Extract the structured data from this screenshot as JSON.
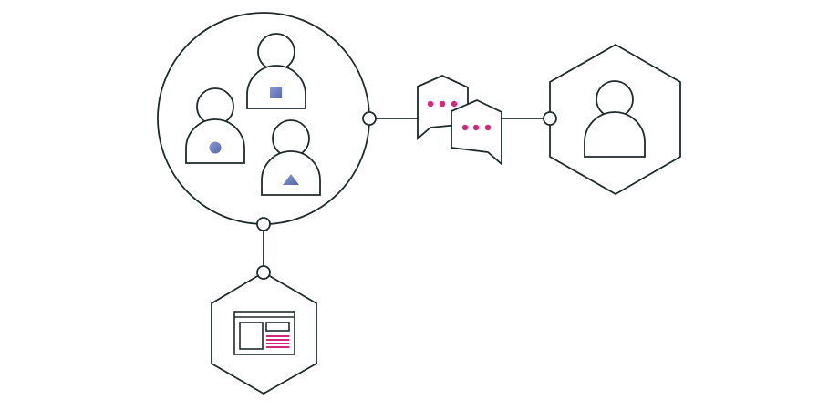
{
  "diagram": {
    "type": "collaboration-illustration",
    "nodes": [
      {
        "id": "team-group",
        "shape": "circle",
        "content": "three-users-group"
      },
      {
        "id": "single-user",
        "shape": "hexagon",
        "content": "user"
      },
      {
        "id": "document",
        "shape": "hexagon",
        "content": "web-layout"
      }
    ],
    "connections": [
      {
        "from": "team-group",
        "to": "single-user",
        "via": "chat-bubbles"
      },
      {
        "from": "team-group",
        "to": "document"
      }
    ],
    "user_markers": [
      "circle",
      "square",
      "triangle"
    ],
    "icons": [
      "group-users-icon",
      "user-icon",
      "chat-bubbles-icon",
      "web-layout-icon"
    ]
  },
  "colors": {
    "stroke": "#1f2a2a",
    "background": "#ffffff",
    "accent_magenta": "#d6257c",
    "accent_blue": "#6f82c4"
  }
}
